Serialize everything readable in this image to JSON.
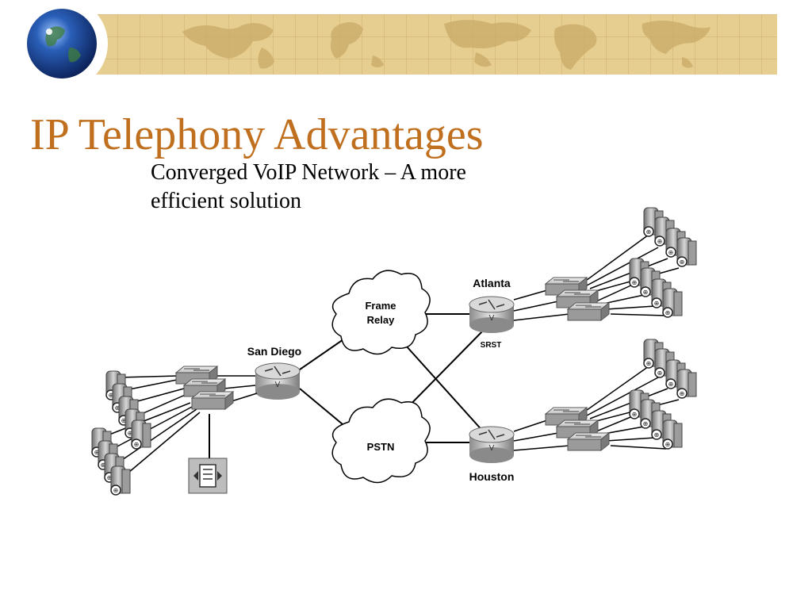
{
  "slide": {
    "title": "IP Telephony Advantages",
    "subtitle": "Converged VoIP Network – A more efficient solution"
  },
  "diagram": {
    "nodes": {
      "san_diego": "San Diego",
      "atlanta": "Atlanta",
      "houston": "Houston",
      "frame_relay_line1": "Frame",
      "frame_relay_line2": "Relay",
      "pstn": "PSTN",
      "srst": "SRST"
    }
  },
  "colors": {
    "title": "#c06f1e",
    "banner": "#e4c98a",
    "banner_map": "#c9ab6a"
  }
}
